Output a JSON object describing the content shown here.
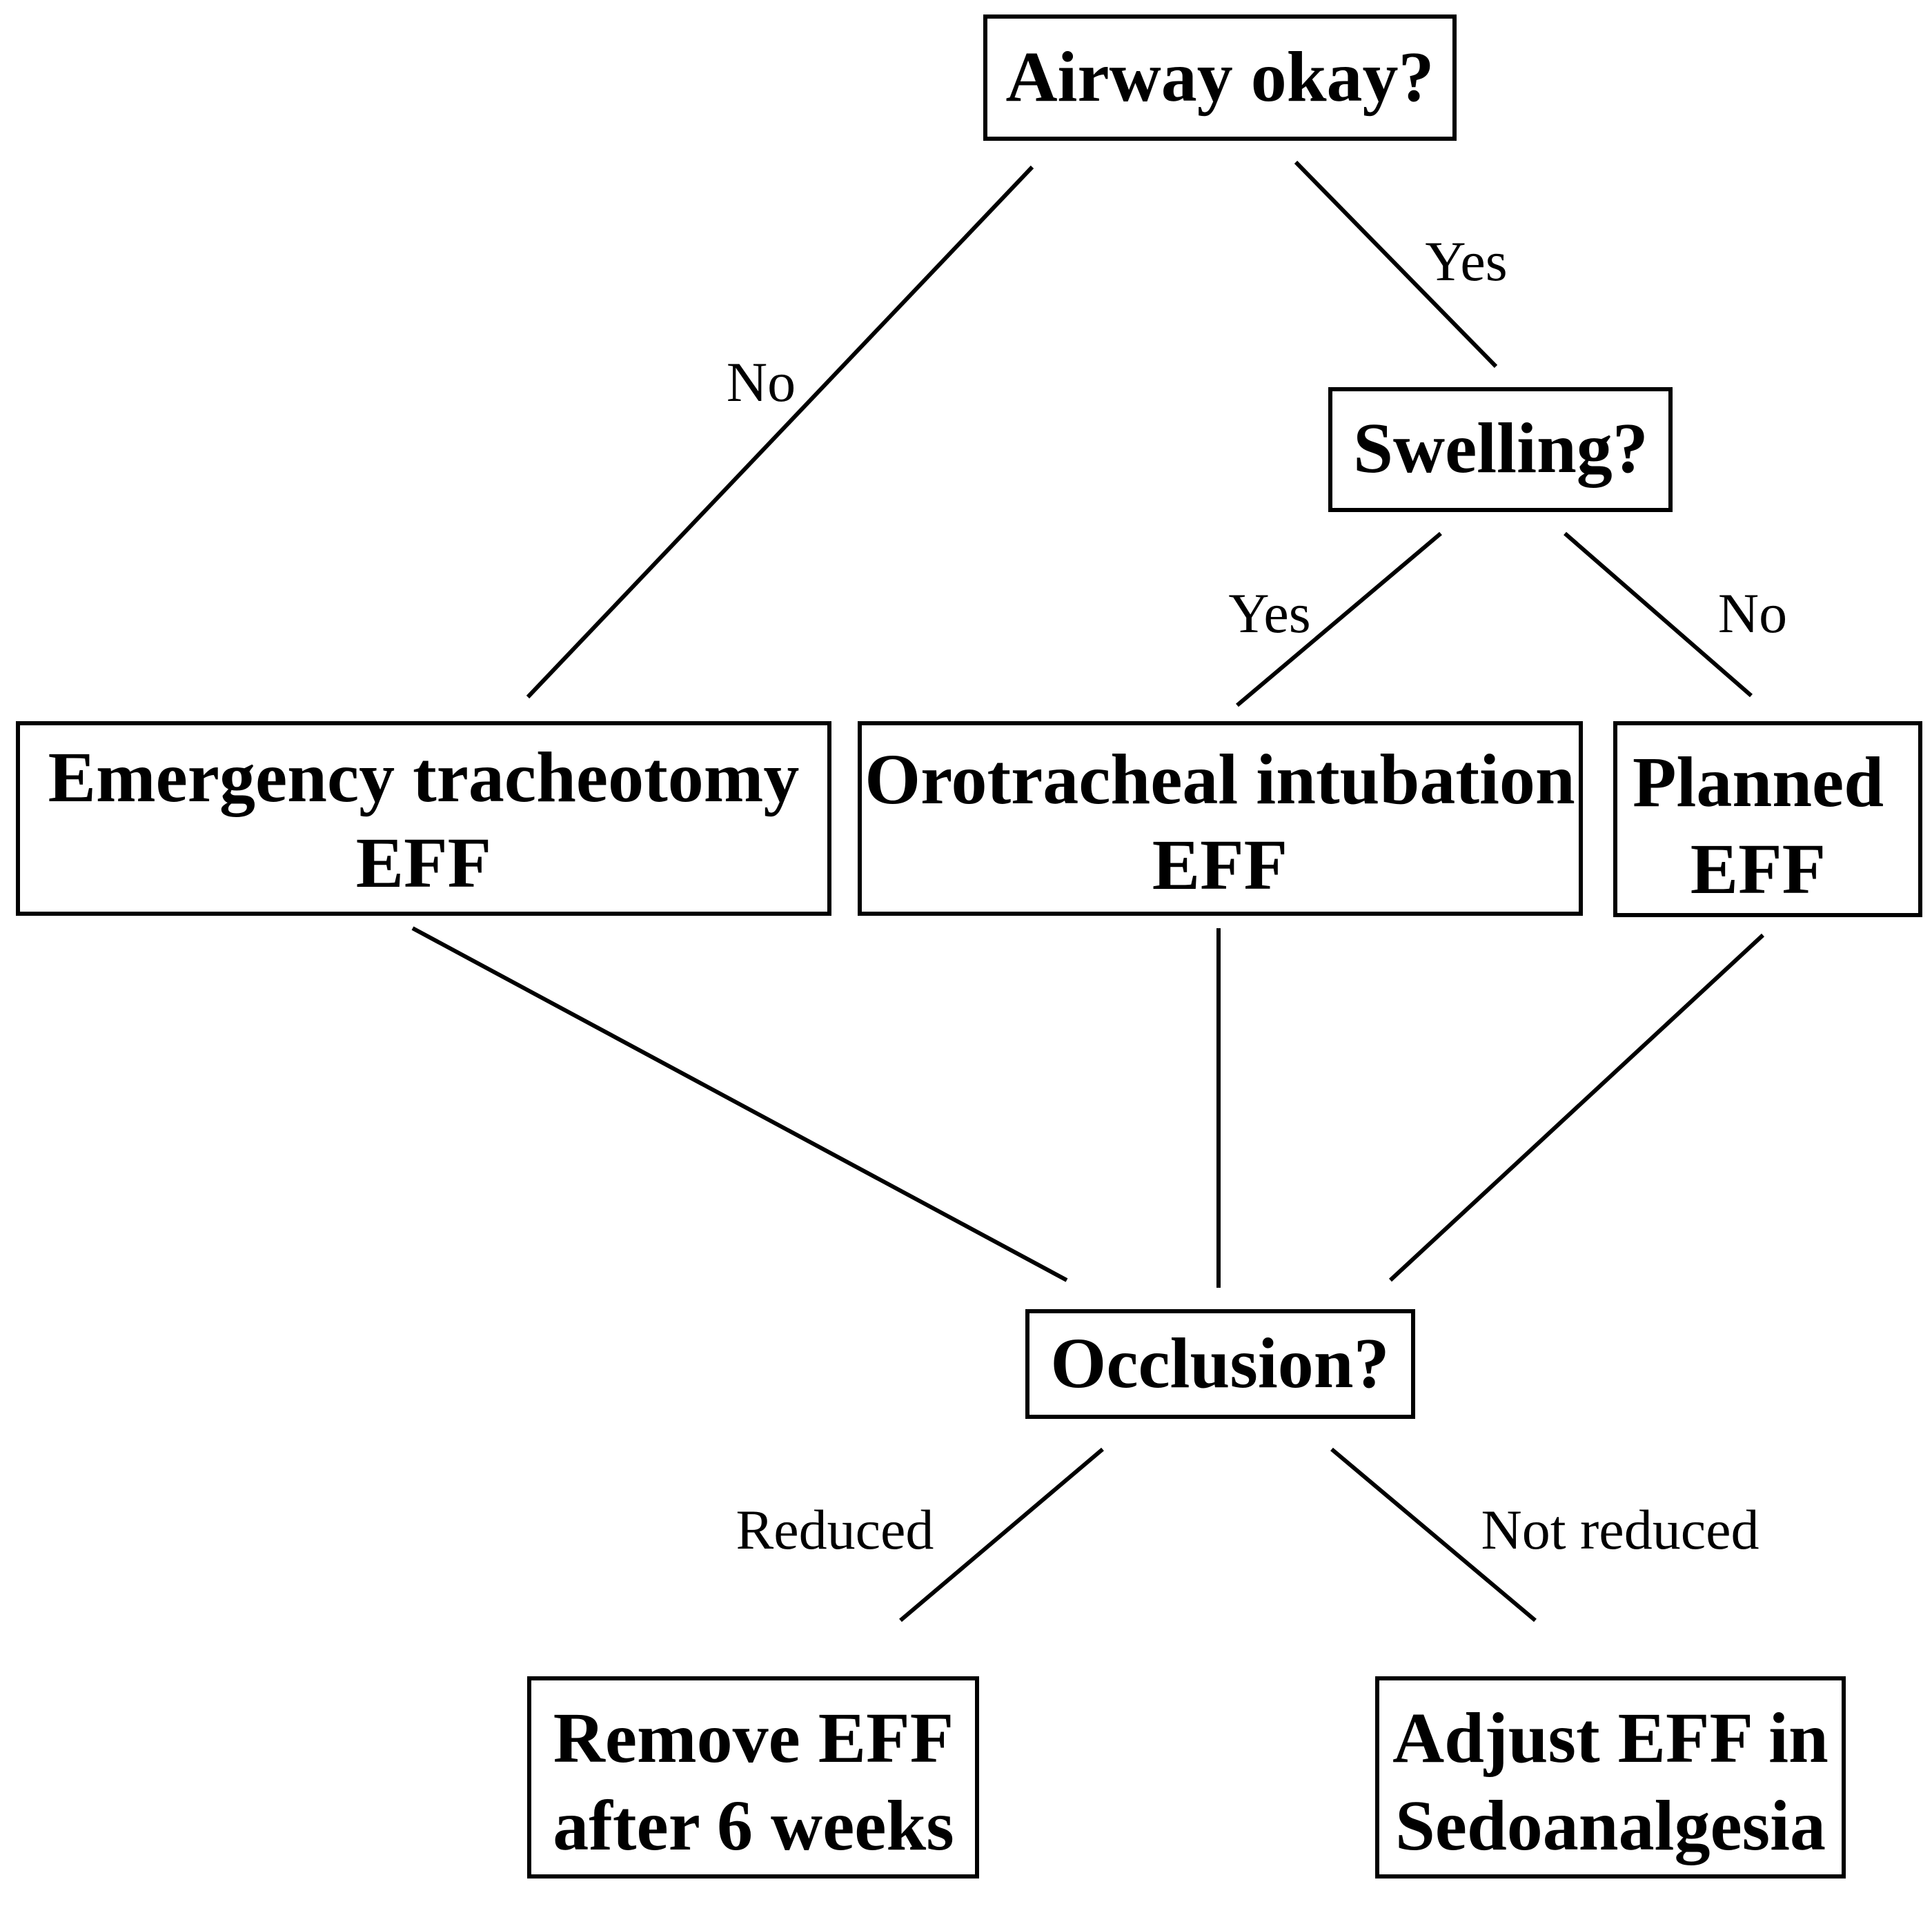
{
  "nodes": {
    "airway": {
      "lines": [
        "Airway okay?"
      ]
    },
    "swelling": {
      "lines": [
        "Swelling?"
      ]
    },
    "tracheotomy": {
      "lines": [
        "Emergency tracheotomy",
        "EFF"
      ]
    },
    "intubation": {
      "lines": [
        "Orotracheal intubation",
        "EFF"
      ]
    },
    "planned": {
      "lines": [
        "Planned",
        "EFF"
      ]
    },
    "occlusion": {
      "lines": [
        "Occlusion?"
      ]
    },
    "remove": {
      "lines": [
        "Remove EFF",
        "after 6 weeks"
      ]
    },
    "adjust": {
      "lines": [
        "Adjust EFF in",
        "Sedoanalgesia"
      ]
    }
  },
  "edges": {
    "airway_no": "No",
    "airway_yes": "Yes",
    "swelling_yes": "Yes",
    "swelling_no": "No",
    "occlusion_reduced": "Reduced",
    "occlusion_not_reduced": "Not reduced"
  },
  "colors": {
    "stroke": "#000000",
    "background": "#ffffff"
  }
}
